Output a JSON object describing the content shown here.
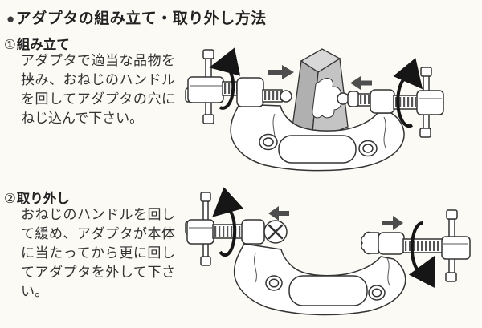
{
  "title": {
    "bullet": "●",
    "text": "アダプタの組み立て・取り外し方法"
  },
  "sections": [
    {
      "number": "①",
      "heading": "組み立て",
      "body": "アダプタで適当な品物を挟み、おねじのハンドルを回してアダプタの穴にねじ込んで下さい。",
      "figure_icons": [
        "rotate-arrow-icon",
        "inward-arrow-icon",
        "clamp-body",
        "screw-handle",
        "workpiece-block"
      ]
    },
    {
      "number": "②",
      "heading": "取り外し",
      "body": "おねじのハンドルを回して緩め、アダプタが本体に当たってから更に回してアダプタを外して下さい。",
      "figure_icons": [
        "rotate-arrow-icon",
        "outward-arrow-icon",
        "clamp-body",
        "screw-handle",
        "adapter-cross-head",
        "adapter-knurled-knob"
      ]
    }
  ],
  "colors": {
    "background": "#fcfaf5",
    "text": "#2e2e2e",
    "line": "#333333",
    "workpiece_gray": "#c4c4c4",
    "direction_arrow": "#4d4d4d",
    "rotation_arrow": "#161616"
  }
}
